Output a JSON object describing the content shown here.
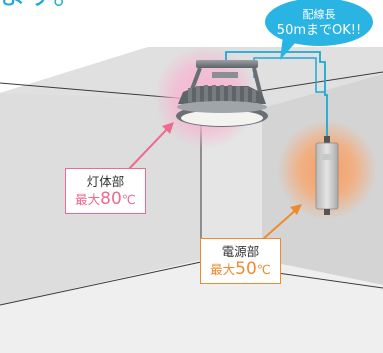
{
  "partial_text": "ます。",
  "bubble": {
    "line1": "配線長",
    "line2": "50mまでOK!!"
  },
  "lamp_label": {
    "name": "灯体部",
    "prefix": "最大",
    "value": "80",
    "unit": "℃"
  },
  "psu_label": {
    "name": "電源部",
    "prefix": "最大",
    "value": "50",
    "unit": "℃"
  },
  "colors": {
    "bubble": "#2ab4e4",
    "wire": "#1aa9d6",
    "lamp_glow": "#f4a9c7",
    "psu_glow": "#f7a56a",
    "lamp_accent": "#ef6a8f",
    "psu_accent": "#f08a2e",
    "wall_left": "#dcdcdc",
    "wall_back": "#e6e6e6",
    "wall_right": "#d2d2d2",
    "floor": "#eeeeee"
  }
}
